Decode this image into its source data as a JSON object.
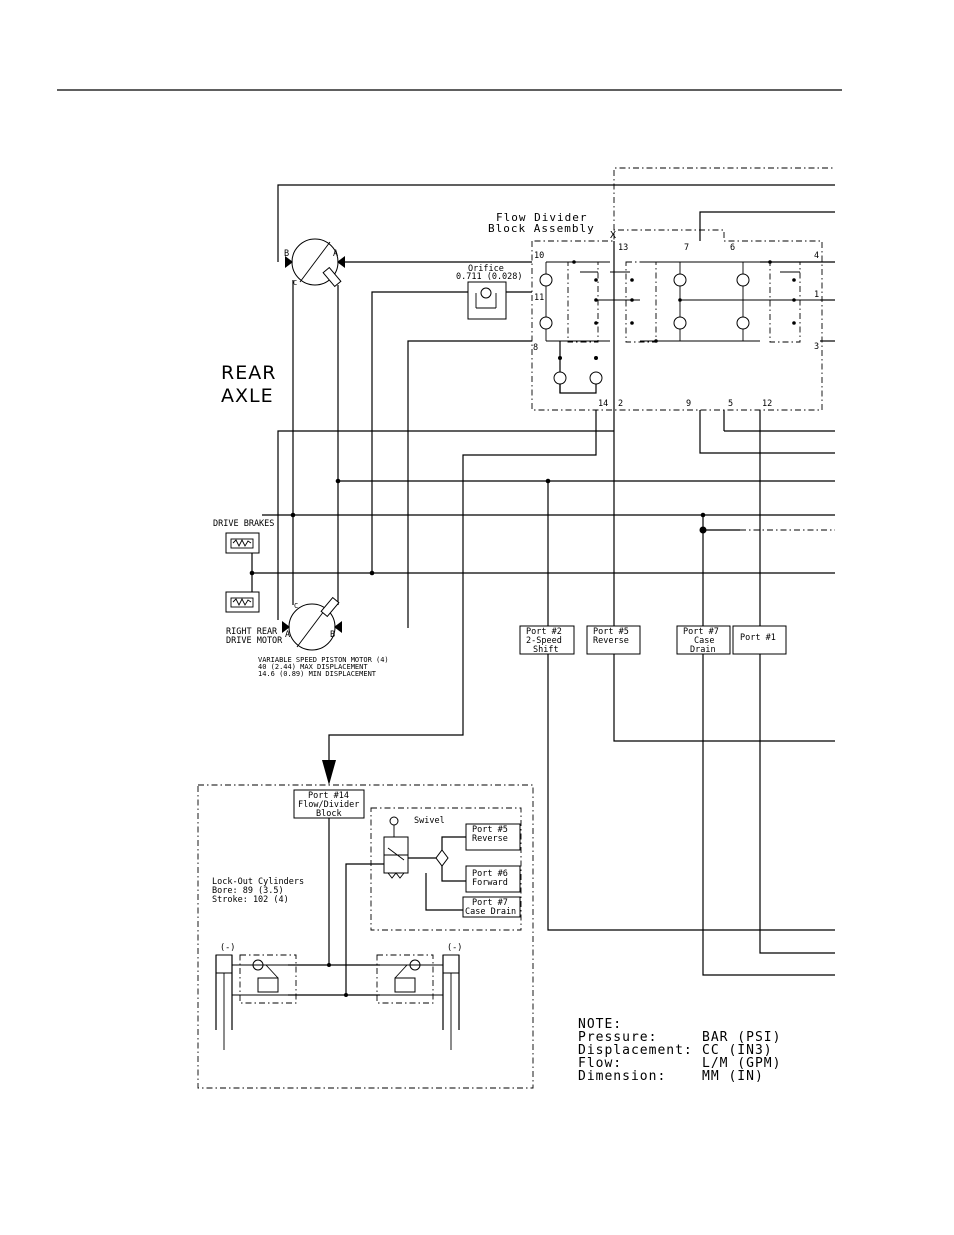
{
  "flow_divider": {
    "title_line1": "Flow Divider",
    "title_line2": "Block Assembly",
    "ports": [
      "10",
      "13",
      "7",
      "6",
      "4",
      "11",
      "1",
      "8",
      "3",
      "14",
      "2",
      "9",
      "5",
      "12"
    ]
  },
  "orifice": {
    "line1": "Orifice",
    "line2": "0.711 (0.028)"
  },
  "rear_axle": {
    "line1": "REAR",
    "line2": "AXLE"
  },
  "drive_brakes": "DRIVE BRAKES",
  "right_rear_motor": {
    "line1": "RIGHT REAR",
    "line2": "DRIVE MOTOR"
  },
  "motor_spec": {
    "line1": "VARIABLE SPEED PISTON MOTOR (4)",
    "line2": "40 (2.44) MAX DISPLACEMENT",
    "line3": "14.6 (0.89) MIN DISPLACEMENT"
  },
  "motor_port_letters": {
    "a": "A",
    "b": "B",
    "c": "C"
  },
  "port_labels": {
    "p2": {
      "line1": "Port #2",
      "line2": "2-Speed",
      "line3": "Shift"
    },
    "p5": {
      "line1": "Port #5",
      "line2": "Reverse"
    },
    "p7": {
      "line1": "Port #7",
      "line2": "Case",
      "line3": "Drain"
    },
    "p1": {
      "line1": "Port #1"
    }
  },
  "lockout": {
    "port14": {
      "line1": "Port #14",
      "line2": "Flow/Divider",
      "line3": "Block"
    },
    "swivel": "Swivel",
    "swivel_ports": {
      "p5": {
        "line1": "Port #5",
        "line2": "Reverse"
      },
      "p6": {
        "line1": "Port #6",
        "line2": "Forward"
      },
      "p7": {
        "line1": "Port #7",
        "line2": "Case Drain"
      }
    },
    "cyl": {
      "line1": "Lock-Out Cylinders",
      "line2": "Bore: 89 (3.5)",
      "line3": "Stroke: 102 (4)"
    }
  },
  "note": {
    "title": "NOTE:",
    "rows": [
      {
        "label": "Pressure:",
        "value": "BAR (PSI)"
      },
      {
        "label": "Displacement:",
        "value": "CC  (IN3)"
      },
      {
        "label": "Flow:",
        "value": "L/M (GPM)"
      },
      {
        "label": "Dimension:",
        "value": "MM  (IN)"
      }
    ]
  }
}
